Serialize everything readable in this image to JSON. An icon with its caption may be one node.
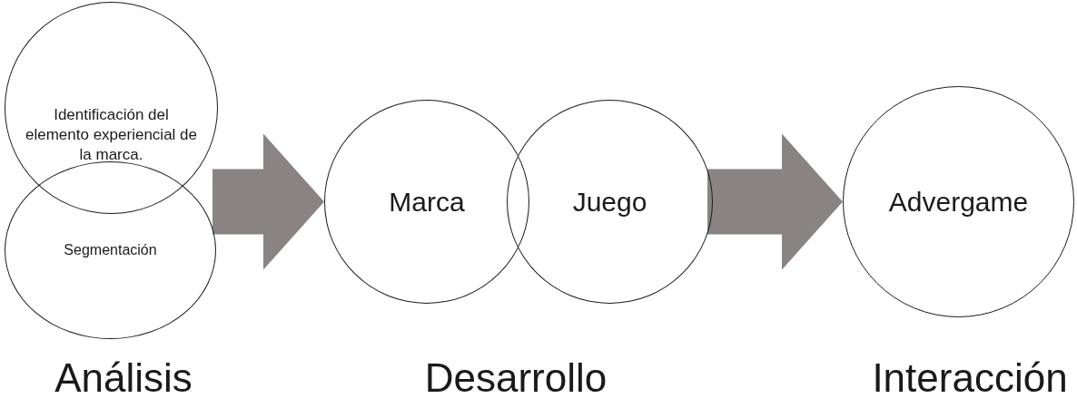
{
  "diagram": {
    "nodes": [
      {
        "text": [
          "Identificación del elemento experiencial de la marca."
        ]
      },
      {
        "text": [
          "Segmentación"
        ]
      },
      {
        "text": [
          "Marca"
        ]
      },
      {
        "text": [
          "Juego"
        ]
      },
      {
        "text": [
          "Advergame"
        ]
      }
    ],
    "edges": [
      {
        "from": 0,
        "to": 2,
        "arrow": "to"
      },
      {
        "from": 1,
        "to": 2,
        "arrow": "to"
      },
      {
        "from": 3,
        "to": 4,
        "arrow": "to"
      }
    ],
    "labels": [
      "Análisis",
      "Desarrollo",
      "Interacción"
    ]
  }
}
